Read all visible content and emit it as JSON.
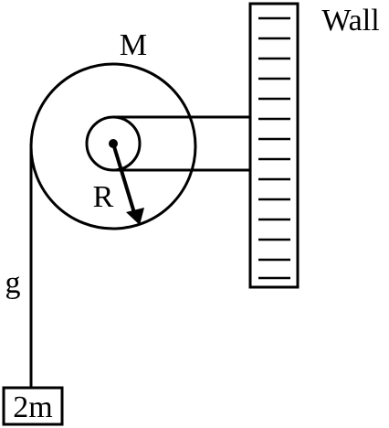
{
  "labels": {
    "mass_pulley": "M",
    "radius": "R",
    "wall": "Wall",
    "gravity": "g",
    "hanging_mass": "2m"
  },
  "colors": {
    "ink": "#000000",
    "background": "#ffffff"
  }
}
